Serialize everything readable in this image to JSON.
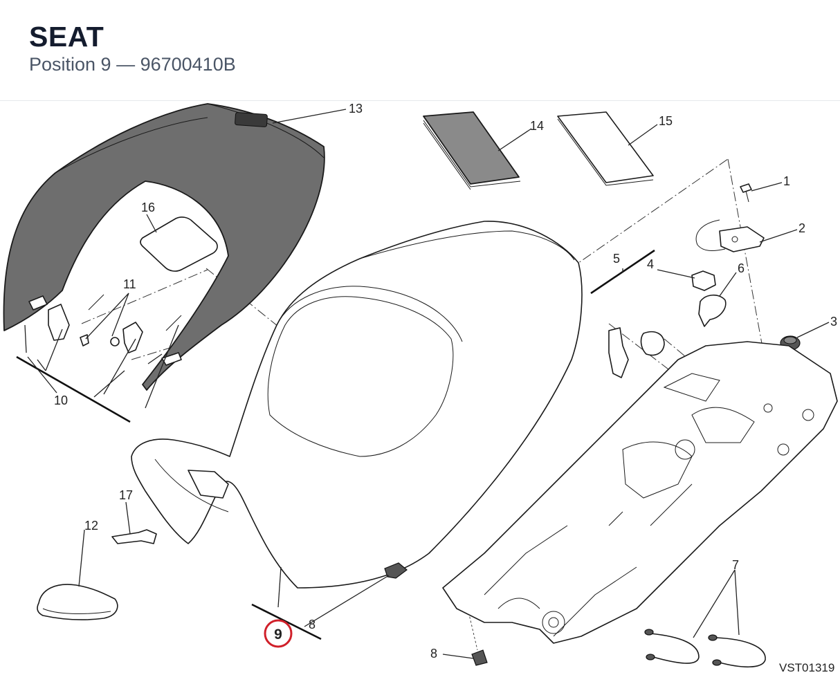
{
  "header": {
    "title": "SEAT",
    "subtitle": "Position 9 — 96700410B"
  },
  "diagram": {
    "reference_code": "VST01319",
    "highlighted_position": "9",
    "callouts": [
      "1",
      "2",
      "3",
      "4",
      "5",
      "6",
      "7",
      "8",
      "8",
      "10",
      "11",
      "12",
      "13",
      "14",
      "15",
      "16",
      "17"
    ],
    "colors": {
      "highlight_ring": "#d0202a",
      "cover_fill": "#6e6e6e",
      "line": "#222222"
    }
  }
}
